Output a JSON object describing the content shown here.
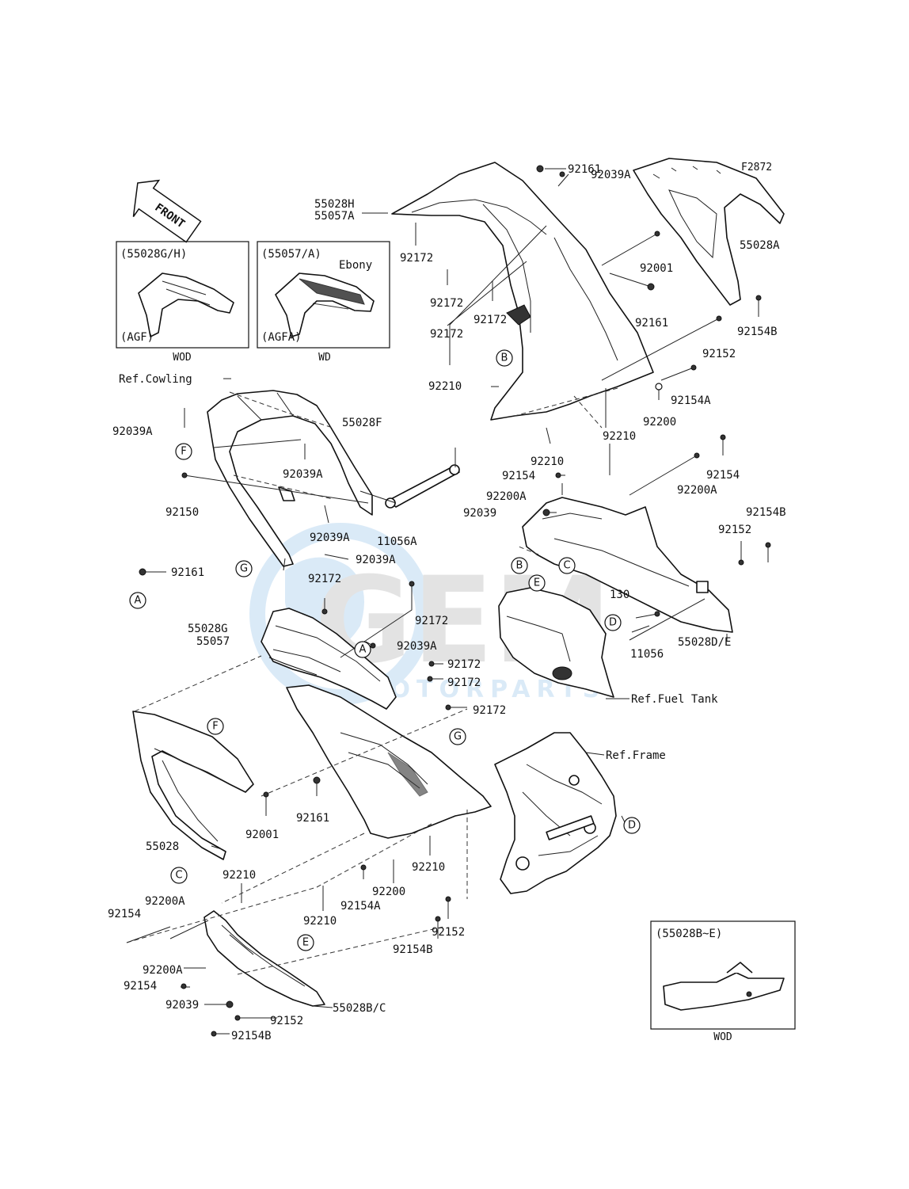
{
  "diagram_code": "F2872",
  "front_arrow": "FRONT",
  "insets": {
    "wod_left": {
      "title": "(55028G/H)",
      "variant": "(AGF)",
      "caption": "WOD"
    },
    "wd": {
      "title": "(55057/A)",
      "color": "Ebony",
      "variant": "(AGFA)",
      "caption": "WD"
    },
    "wod_right": {
      "title": "(55028B~E)",
      "caption": "WOD"
    }
  },
  "watermark": {
    "text": "GEM",
    "sub": "MOTORPARTS"
  },
  "circles": [
    "A",
    "A",
    "B",
    "B",
    "C",
    "C",
    "D",
    "D",
    "E",
    "E",
    "F",
    "F",
    "G",
    "G"
  ],
  "labels": {
    "p92161_top": "92161",
    "p92039A_top": "92039A",
    "p55028H": "55028H",
    "p55057A": "55057A",
    "p92172_a": "92172",
    "p92172_b": "92172",
    "p92172_c": "92172",
    "p92172_d": "92172",
    "p92001_top": "92001",
    "p92161_mid": "92161",
    "p55028A": "55028A",
    "p92154B_top": "92154B",
    "p92152_top": "92152",
    "p92210_top": "92210",
    "p92154A_top": "92154A",
    "p92200_top": "92200",
    "p92210_mid": "92210",
    "p92210_mid2": "92210",
    "ref_cowling": "Ref.Cowling",
    "p92039A_l1": "92039A",
    "p55028F": "55028F",
    "p92039A_l2": "92039A",
    "p92150": "92150",
    "p92039A_l3": "92039A",
    "p11056A": "11056A",
    "p92039A_l4": "92039A",
    "p92161_left": "92161",
    "p92154_r1": "92154",
    "p92200A_r1": "92200A",
    "p92154_r2": "92154",
    "p92200A_r2": "92200A",
    "p92039_r": "92039",
    "p92154B_r": "92154B",
    "p92152_r": "92152",
    "p130": "130",
    "p11056": "11056",
    "p55028DE": "55028D/E",
    "ref_fuel_tank": "Ref.Fuel Tank",
    "p92172_m1": "92172",
    "p55028G": "55028G",
    "p55057": "55057",
    "p92172_m2": "92172",
    "p92039A_m": "92039A",
    "p92172_m3": "92172",
    "p92172_m4": "92172",
    "p92172_m5": "92172",
    "ref_frame": "Ref.Frame",
    "p92001_low": "92001",
    "p92161_low": "92161",
    "p55028": "55028",
    "p92210_low1": "92210",
    "p92210_low2": "92210",
    "p92200_low": "92200",
    "p92154A_low": "92154A",
    "p92210_low3": "92210",
    "p92152_low": "92152",
    "p92154B_low": "92154B",
    "p92200A_low1": "92200A",
    "p92154_low1": "92154",
    "p92200A_low2": "92200A",
    "p92154_low2": "92154",
    "p92039_low": "92039",
    "p92152_low2": "92152",
    "p55028BC": "55028B/C",
    "p92154B_low2": "92154B"
  }
}
